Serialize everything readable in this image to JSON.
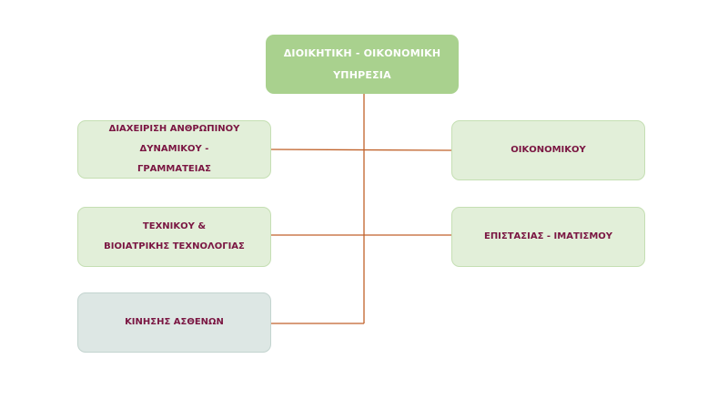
{
  "colors": {
    "root_fill": "#a9d18e",
    "root_text": "#ffffff",
    "dept_fill": "#e2efd9",
    "dept_alt_fill": "#dde7e4",
    "dept_text": "#7a1642",
    "connector": "#c0622a"
  },
  "root": {
    "lines": [
      "ΔΙΟΙΚΗΤΙΚΗ - ΟΙΚΟΝΟΜΙΚΗ",
      "ΥΠΗΡΕΣΙΑ"
    ]
  },
  "departments": {
    "hr": {
      "lines": [
        "ΔΙΑΧΕΙΡΙΣΗ ΑΝΘΡΩΠΙΝΟΥ ΔΥΝΑΜΙΚΟΥ -",
        "ΓΡΑΜΜΑΤΕΙΑΣ"
      ]
    },
    "economic": {
      "lines": [
        "ΟΙΚΟΝΟΜΙΚΟΥ"
      ]
    },
    "technical": {
      "lines": [
        "ΤΕΧΝΙΚΟΥ &",
        "ΒΙΟΙΑΤΡΙΚΗΣ ΤΕΧΝΟΛΟΓΙΑΣ"
      ]
    },
    "supervision": {
      "lines": [
        "ΕΠΙΣΤΑΣΙΑΣ - ΙΜΑΤΙΣΜΟΥ"
      ]
    },
    "patient_movement": {
      "lines": [
        "ΚΙΝΗΣΗΣ ΑΣΘΕΝΩΝ"
      ]
    }
  }
}
